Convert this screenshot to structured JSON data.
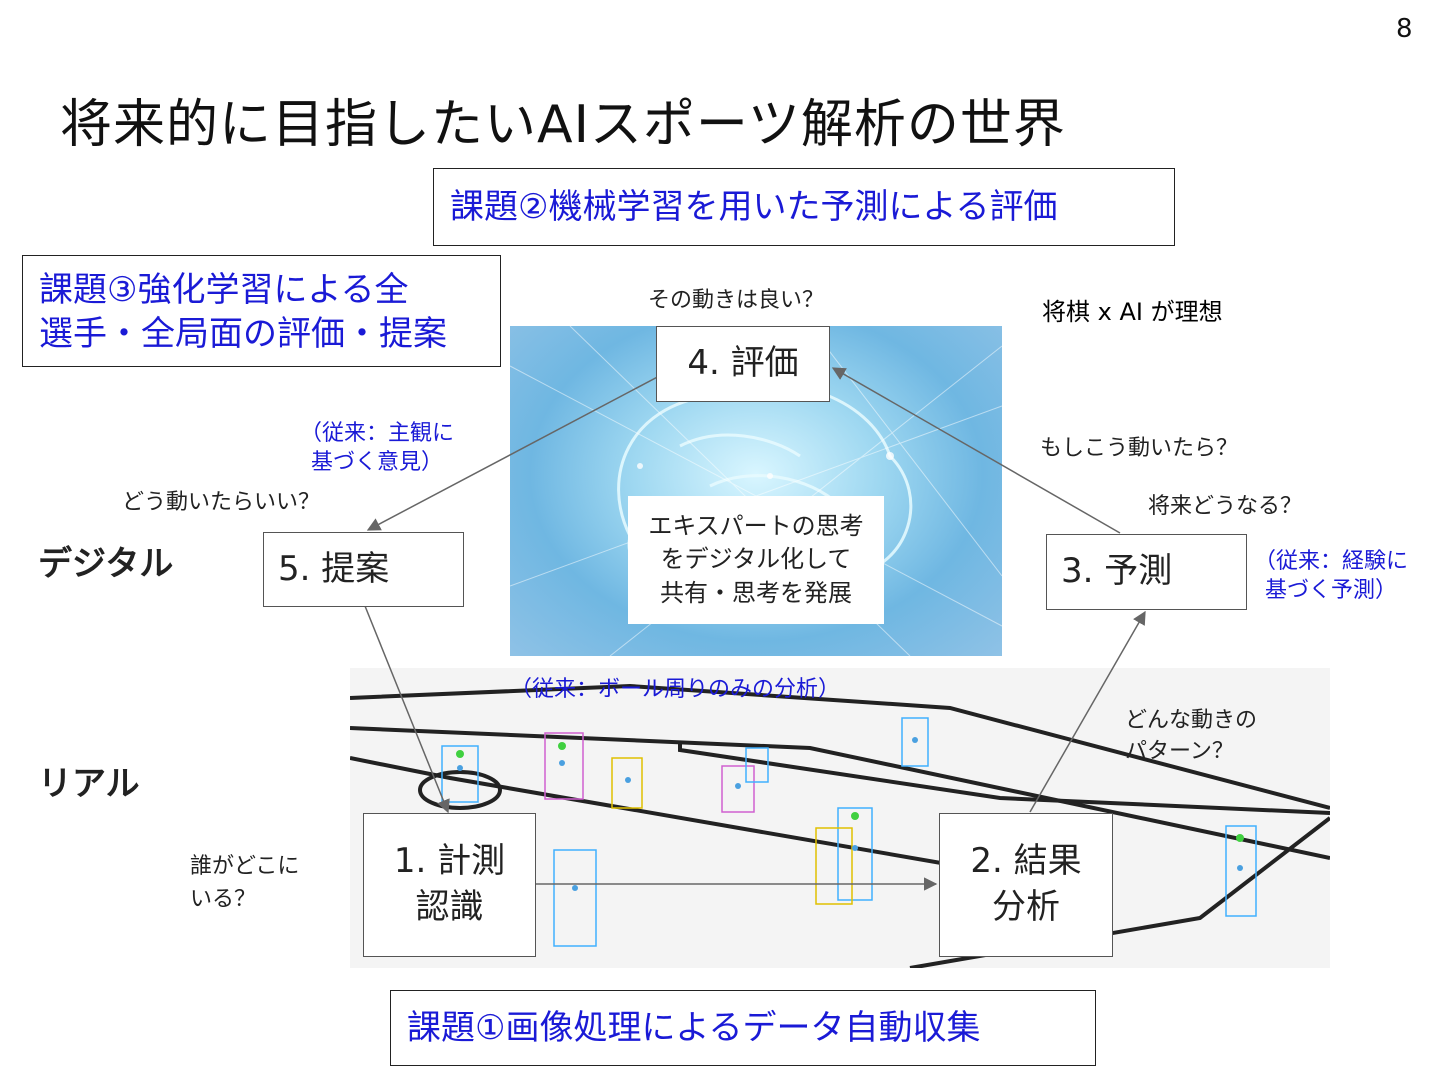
{
  "page_number": "8",
  "title": "将来的に目指したいAIスポーツ解析の世界",
  "tasks": {
    "task2": "課題②機械学習を用いた予測による評価",
    "task3_line1": "課題③強化学習による全",
    "task3_line2": "選手・全局面の評価・提案",
    "task1": "課題①画像処理によるデータ自動収集"
  },
  "nodes": {
    "evaluate": "4. 評価",
    "propose": "5. 提案",
    "predict": "3. 予測",
    "measure_line1": "1. 計測",
    "measure_line2": "認識",
    "analyze_line1": "2. 結果",
    "analyze_line2": "分析"
  },
  "questions": {
    "evaluate_q": "その動きは良い？",
    "ideal": "将棋 x AI が理想",
    "what_if": "もしこう動いたら？",
    "future": "将来どうなる？",
    "how_move": "どう動いたらいい？",
    "pattern_line1": "どんな動きの",
    "pattern_line2": "パターン？",
    "who_line1": "誰がどこに",
    "who_line2": "いる？"
  },
  "notes": {
    "subjective_line1": "（従来：主観に",
    "subjective_line2": "基づく意見）",
    "experience_line1": "（従来：経験に",
    "experience_line2": "基づく予測）",
    "ball": "（従来：ボール周りのみの分析）"
  },
  "center": {
    "line1": "エキスパートの思考",
    "line2": "をデジタル化して",
    "line3": "共有・思考を発展"
  },
  "side_labels": {
    "digital": "デジタル",
    "real": "リアル"
  }
}
